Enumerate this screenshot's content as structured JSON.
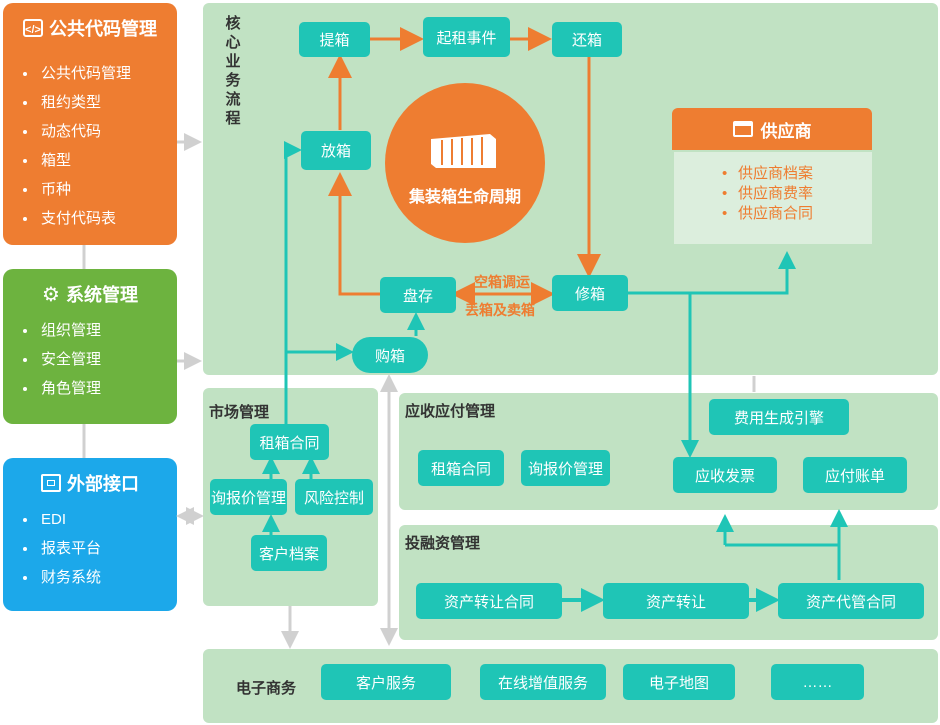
{
  "public_code": {
    "title": "公共代码管理",
    "icon": "code-icon",
    "items": [
      "公共代码管理",
      "租约类型",
      "动态代码",
      "箱型",
      "币种",
      "支付代码表"
    ]
  },
  "system": {
    "title": "系统管理",
    "icon": "gear-icon",
    "items": [
      "组织管理",
      "安全管理",
      "角色管理"
    ]
  },
  "external": {
    "title": "外部接口",
    "icon": "network-port-icon",
    "items": [
      "EDI",
      "报表平台",
      "财务系统"
    ]
  },
  "core": {
    "title": "核心业务流程",
    "center_label": "集装箱生命周期",
    "center_icon": "container-icon",
    "nodes": {
      "pickup": "提箱",
      "lease_event": "起租事件",
      "return": "还箱",
      "release": "放箱",
      "stocktake": "盘存",
      "repair": "修箱",
      "purchase": "购箱"
    },
    "label_transfer": "空箱调运",
    "label_loss_sale": "丢箱及卖箱"
  },
  "supplier": {
    "title": "供应商",
    "icon": "store-icon",
    "items": [
      "供应商档案",
      "供应商费率",
      "供应商合同"
    ]
  },
  "market": {
    "title": "市场管理",
    "lease_contract": "租箱合同",
    "inquiry": "询报价管理",
    "risk": "风险控制",
    "customer_file": "客户档案"
  },
  "arap": {
    "title": "应收应付管理",
    "fee_engine": "费用生成引擎",
    "lease_contract": "租箱合同",
    "inquiry": "询报价管理",
    "receivable": "应收发票",
    "payable": "应付账单"
  },
  "invest": {
    "title": "投融资管理",
    "transfer_contract": "资产转让合同",
    "transfer": "资产转让",
    "custody_contract": "资产代管合同"
  },
  "ecommerce": {
    "title": "电子商务",
    "items": [
      "客户服务",
      "在线增值服务",
      "电子地图",
      "……"
    ]
  },
  "colors": {
    "orange": "#ee7d31",
    "green": "#6db33f",
    "blue": "#1ca8ea",
    "teal": "#1fc5b6",
    "panel": "#c1e2c3"
  }
}
